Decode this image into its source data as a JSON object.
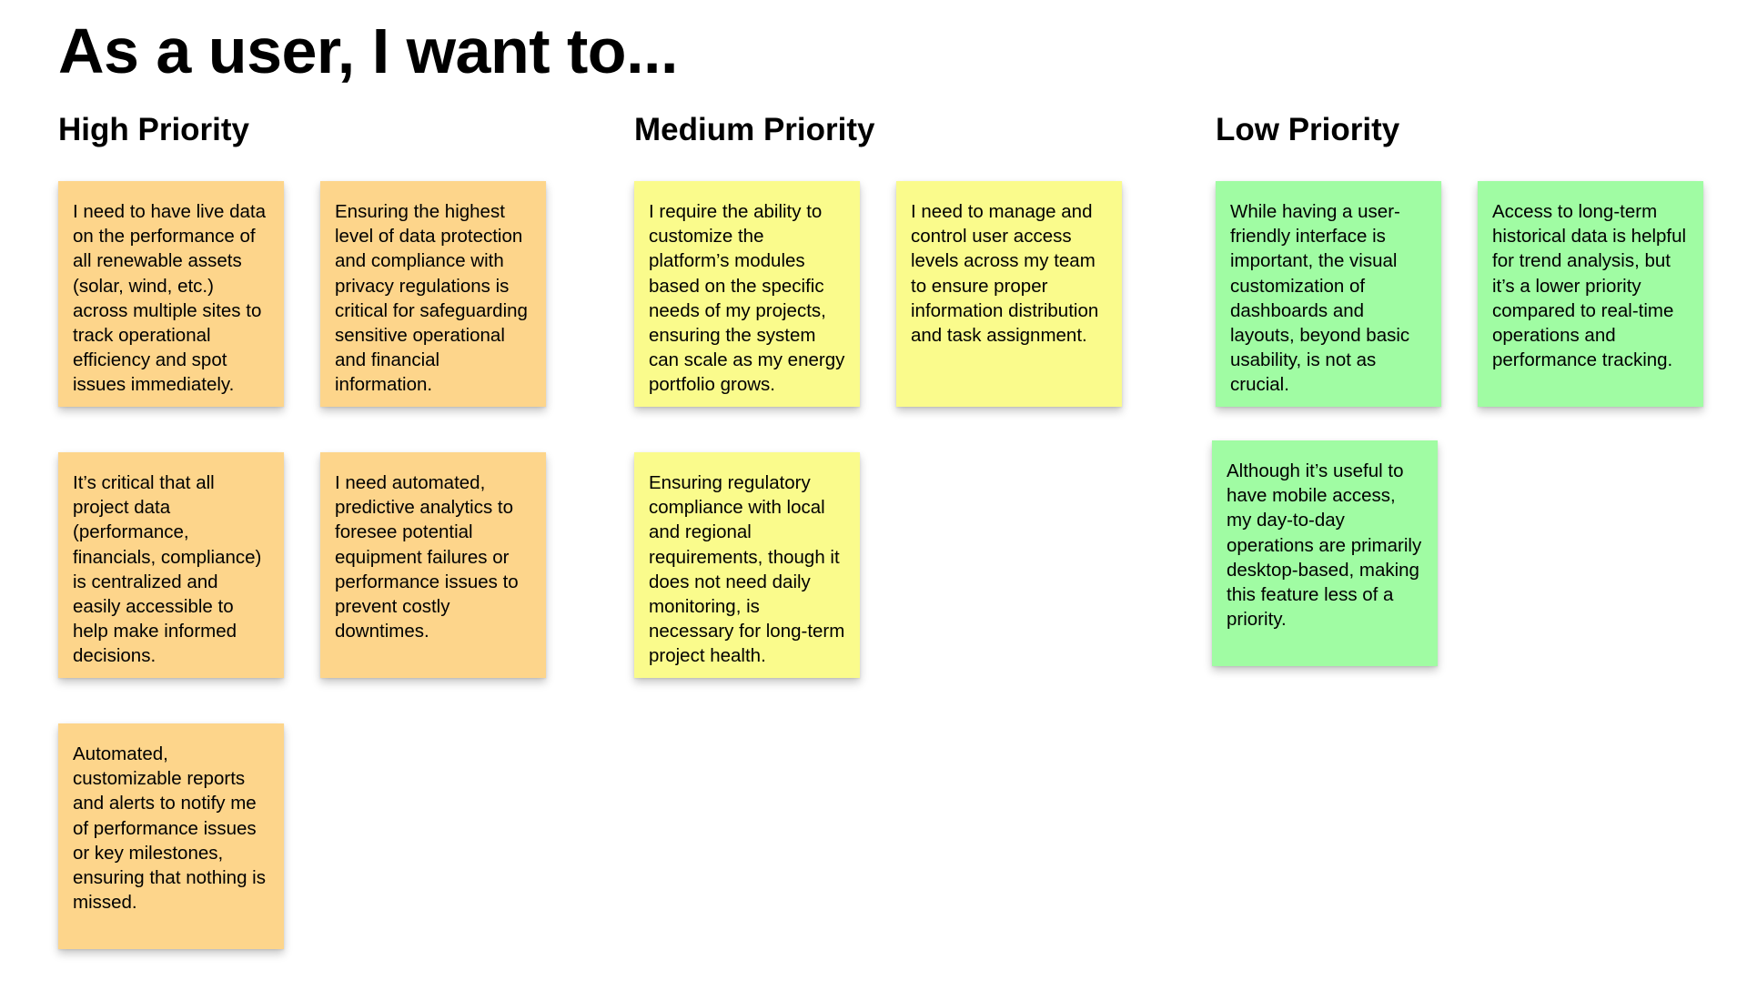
{
  "board": {
    "title": "As a user, I want to..."
  },
  "colors": {
    "high": "#fdd58b",
    "medium": "#fafb8c",
    "low": "#a0fca3"
  },
  "columns": [
    {
      "heading": "High Priority",
      "notes": [
        "I need to have live data on the performance of all renewable assets (solar, wind, etc.) across multiple sites to track operational efficiency and spot issues immediately.",
        "Ensuring the highest level of data protection and compliance with privacy regulations is critical for safeguarding sensitive operational and financial information.",
        "It’s critical that all project data (performance, financials, compliance) is centralized and easily accessible to help make informed decisions.",
        "I need automated, predictive analytics to foresee potential equipment failures or performance issues to prevent costly downtimes.",
        "Automated, customizable reports and alerts to notify me of performance issues or key milestones, ensuring that nothing is missed."
      ]
    },
    {
      "heading": "Medium Priority",
      "notes": [
        "I require the ability to customize the platform’s modules based on the specific needs of my projects, ensuring the system can scale as my energy portfolio grows.",
        "I need to manage and control user access levels across my team to ensure proper information distribution and task assignment.",
        "Ensuring regulatory compliance with local and regional requirements, though it does not need daily monitoring, is necessary for long-term project health."
      ]
    },
    {
      "heading": "Low Priority",
      "notes": [
        "While having a user-friendly interface is important, the visual customization of dashboards and layouts, beyond basic usability, is not as crucial.",
        "Access to long-term historical data is helpful for trend analysis, but it’s a lower priority compared to real-time operations and performance tracking.",
        "Although it’s useful to have mobile access, my day-to-day operations are primarily desktop-based, making this feature less of a priority."
      ]
    }
  ]
}
